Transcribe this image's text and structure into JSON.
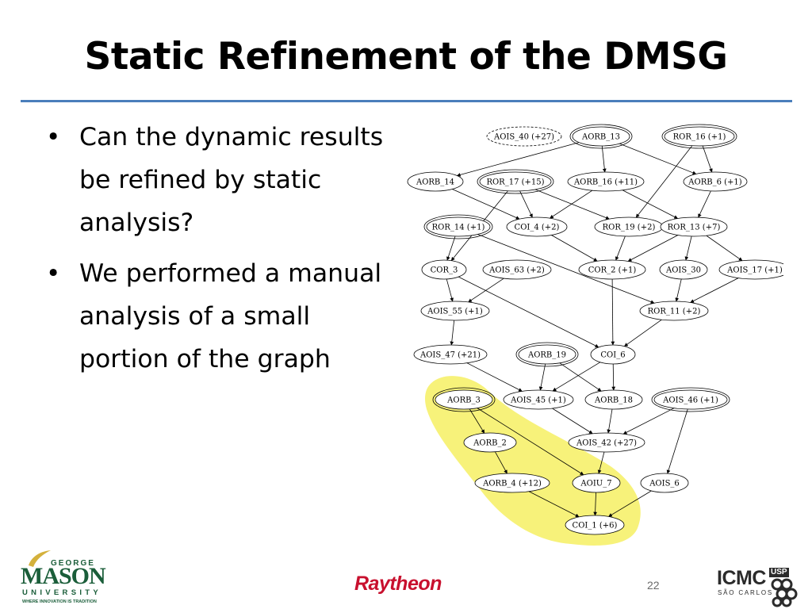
{
  "slide": {
    "title": "Static Refinement of the DMSG",
    "page_number": "22",
    "bullet_glyph": "•",
    "bullets": [
      "Can the dynamic results be refined by static analysis?",
      "We performed a manual analysis of a small portion of the graph"
    ]
  },
  "logos": {
    "gmu": {
      "george": "GEORGE",
      "mason": "MASON",
      "university": "UNIVERSITY",
      "tagline": "WHERE INNOVATION IS TRADITION"
    },
    "raytheon": "Raytheon",
    "icmc": {
      "name": "ICMC",
      "usp": "USP",
      "city": "SÃO CARLOS"
    }
  },
  "colors": {
    "rule": "#4a7ebb",
    "highlight": "#f7f27a",
    "gmu_green": "#1b5e3a",
    "gmu_gold": "#d4b13c",
    "raytheon_red": "#c8102e"
  },
  "graph": {
    "nodes": [
      {
        "id": "n1",
        "label": "AOIS_40 (+27)",
        "style": "dashed"
      },
      {
        "id": "n2",
        "label": "AORB_13",
        "style": "double"
      },
      {
        "id": "n3",
        "label": "ROR_16 (+1)",
        "style": "double"
      },
      {
        "id": "n4",
        "label": "AORB_14",
        "style": "single"
      },
      {
        "id": "n5",
        "label": "ROR_17 (+15)",
        "style": "double"
      },
      {
        "id": "n6",
        "label": "AORB_16 (+11)",
        "style": "single"
      },
      {
        "id": "n7",
        "label": "AORB_6 (+1)",
        "style": "single"
      },
      {
        "id": "n8",
        "label": "ROR_14 (+1)",
        "style": "double"
      },
      {
        "id": "n9",
        "label": "COI_4 (+2)",
        "style": "single"
      },
      {
        "id": "n10",
        "label": "ROR_19 (+2)",
        "style": "single"
      },
      {
        "id": "n11",
        "label": "ROR_13 (+7)",
        "style": "single"
      },
      {
        "id": "n12",
        "label": "COR_3",
        "style": "single"
      },
      {
        "id": "n13",
        "label": "AOIS_63 (+2)",
        "style": "single"
      },
      {
        "id": "n14",
        "label": "COR_2 (+1)",
        "style": "single"
      },
      {
        "id": "n15",
        "label": "AOIS_30",
        "style": "single"
      },
      {
        "id": "n16",
        "label": "AOIS_17 (+1)",
        "style": "single"
      },
      {
        "id": "n17",
        "label": "AOIS_55 (+1)",
        "style": "single"
      },
      {
        "id": "n18",
        "label": "ROR_11 (+2)",
        "style": "single"
      },
      {
        "id": "n19",
        "label": "AOIS_47 (+21)",
        "style": "single"
      },
      {
        "id": "n20",
        "label": "AORB_19",
        "style": "double"
      },
      {
        "id": "n21",
        "label": "COI_6",
        "style": "single"
      },
      {
        "id": "n22",
        "label": "AORB_3",
        "style": "double"
      },
      {
        "id": "n23",
        "label": "AOIS_45 (+1)",
        "style": "single"
      },
      {
        "id": "n24",
        "label": "AORB_18",
        "style": "single"
      },
      {
        "id": "n25",
        "label": "AOIS_46 (+1)",
        "style": "double"
      },
      {
        "id": "n26",
        "label": "AORB_2",
        "style": "single"
      },
      {
        "id": "n27",
        "label": "AOIS_42 (+27)",
        "style": "single"
      },
      {
        "id": "n28",
        "label": "AORB_4 (+12)",
        "style": "single"
      },
      {
        "id": "n29",
        "label": "AOIU_7",
        "style": "single"
      },
      {
        "id": "n30",
        "label": "AOIS_6",
        "style": "single"
      },
      {
        "id": "n31",
        "label": "COI_1 (+6)",
        "style": "single"
      }
    ],
    "edges": [
      [
        "n2",
        "n4"
      ],
      [
        "n2",
        "n6"
      ],
      [
        "n2",
        "n7"
      ],
      [
        "n3",
        "n7"
      ],
      [
        "n3",
        "n10"
      ],
      [
        "n4",
        "n9"
      ],
      [
        "n5",
        "n9"
      ],
      [
        "n5",
        "n10"
      ],
      [
        "n5",
        "n12"
      ],
      [
        "n6",
        "n9"
      ],
      [
        "n6",
        "n11"
      ],
      [
        "n7",
        "n11"
      ],
      [
        "n8",
        "n12"
      ],
      [
        "n8",
        "n18"
      ],
      [
        "n9",
        "n14"
      ],
      [
        "n10",
        "n14"
      ],
      [
        "n11",
        "n14"
      ],
      [
        "n11",
        "n15"
      ],
      [
        "n11",
        "n16"
      ],
      [
        "n12",
        "n17"
      ],
      [
        "n12",
        "n21"
      ],
      [
        "n13",
        "n17"
      ],
      [
        "n14",
        "n21"
      ],
      [
        "n15",
        "n18"
      ],
      [
        "n16",
        "n18"
      ],
      [
        "n17",
        "n19"
      ],
      [
        "n18",
        "n21"
      ],
      [
        "n19",
        "n23"
      ],
      [
        "n20",
        "n23"
      ],
      [
        "n20",
        "n24"
      ],
      [
        "n21",
        "n23"
      ],
      [
        "n21",
        "n24"
      ],
      [
        "n22",
        "n26"
      ],
      [
        "n22",
        "n29"
      ],
      [
        "n23",
        "n27"
      ],
      [
        "n24",
        "n27"
      ],
      [
        "n25",
        "n27"
      ],
      [
        "n25",
        "n30"
      ],
      [
        "n26",
        "n28"
      ],
      [
        "n27",
        "n29"
      ],
      [
        "n28",
        "n31"
      ],
      [
        "n29",
        "n31"
      ],
      [
        "n30",
        "n31"
      ]
    ]
  }
}
